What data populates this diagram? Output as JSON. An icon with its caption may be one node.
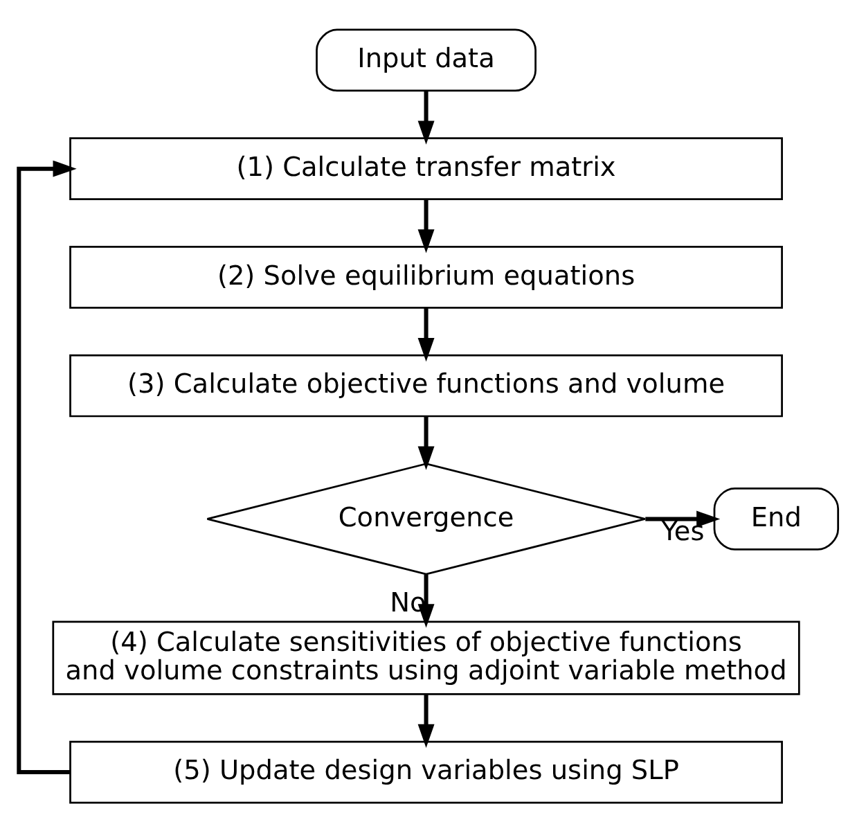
{
  "diagram": {
    "nodes": [
      {
        "text": [
          "Input data"
        ]
      },
      {
        "text": [
          "(1) Calculate transfer matrix"
        ]
      },
      {
        "text": [
          "(2) Solve equilibrium equations"
        ]
      },
      {
        "text": [
          "(3) Calculate objective functions and volume"
        ]
      },
      {
        "text": [
          "Convergence"
        ]
      },
      {
        "text": [
          "End"
        ]
      },
      {
        "text": [
          "(4) Calculate sensitivities of objective functions and volume constraints using adjoint variable method"
        ]
      },
      {
        "text": [
          "(5) Update design variables using SLP"
        ]
      }
    ],
    "edges": [
      {
        "from": 0,
        "to": 1,
        "arrow": "to"
      },
      {
        "from": 1,
        "to": 2,
        "arrow": "to"
      },
      {
        "from": 2,
        "to": 3,
        "arrow": "to"
      },
      {
        "from": 3,
        "to": 4,
        "arrow": "to"
      },
      {
        "from": 4,
        "to": 5,
        "arrow": "to",
        "label": "Yes"
      },
      {
        "from": 4,
        "to": 6,
        "arrow": "to",
        "label": "No"
      },
      {
        "from": 6,
        "to": 7,
        "arrow": "to"
      },
      {
        "from": 7,
        "to": 1,
        "arrow": "to"
      }
    ]
  }
}
